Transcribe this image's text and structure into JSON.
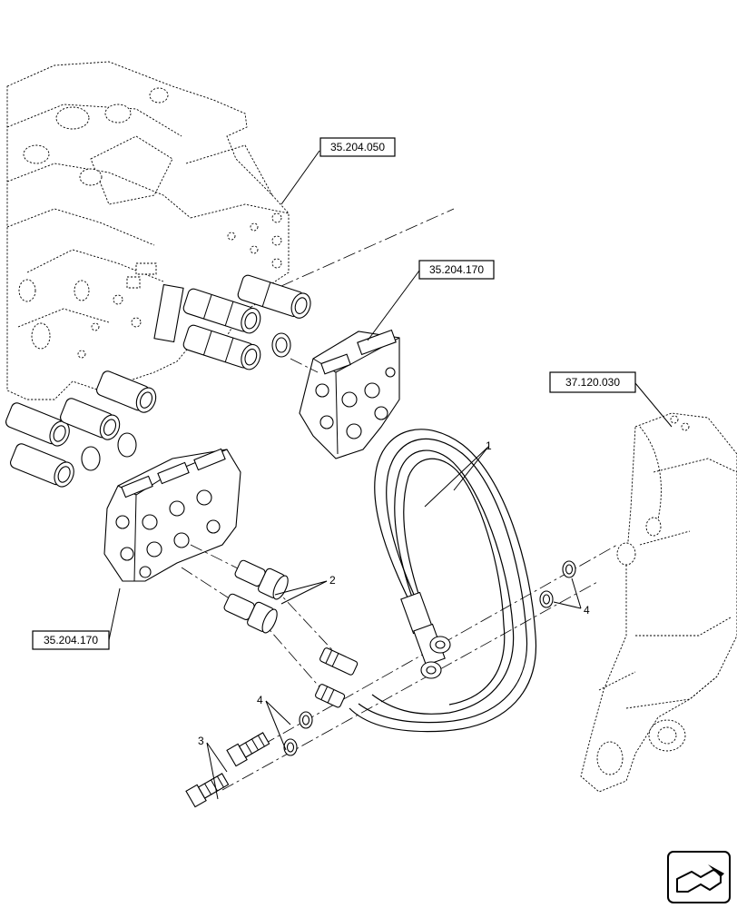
{
  "references": {
    "ref_top": "35.204.050",
    "ref_mid": "35.204.170",
    "ref_bottom": "35.204.170",
    "ref_cylinder": "37.120.030"
  },
  "callouts": {
    "hose": "1",
    "adapters": "2",
    "banjo_bolts": "3",
    "washers_left": "4",
    "washers_right": "4"
  },
  "icons": {
    "corner": "view-direction-arrow-icon"
  }
}
